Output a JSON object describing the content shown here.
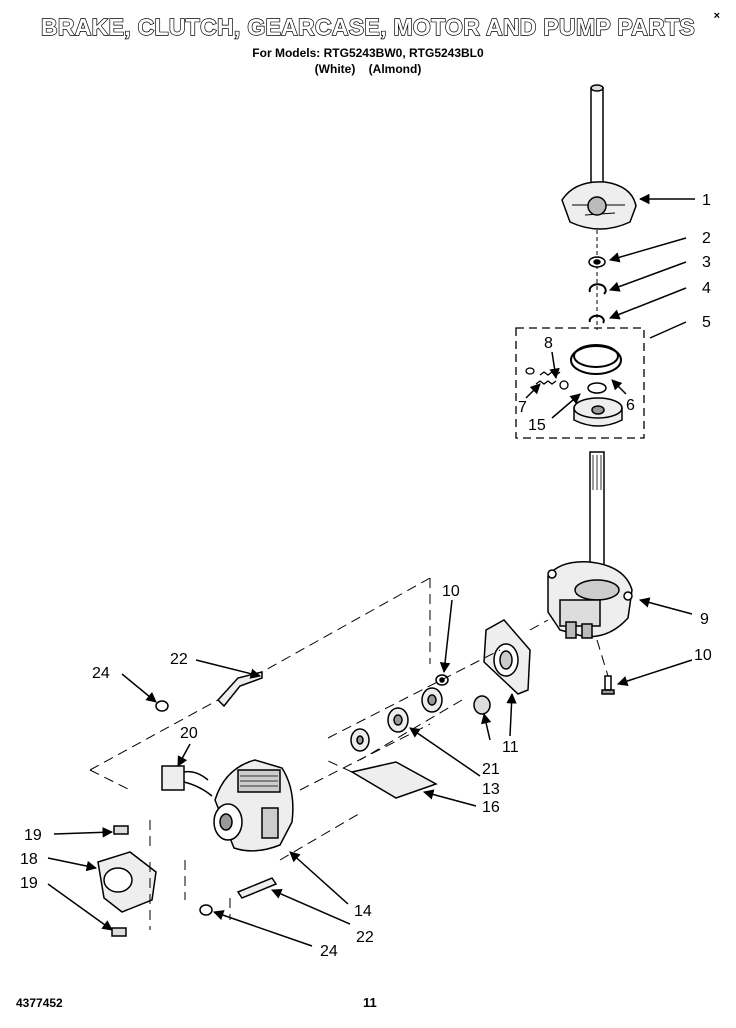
{
  "header": {
    "title": "BRAKE, CLUTCH, GEARCASE, MOTOR AND PUMP PARTS",
    "models_line": "For Models: RTG5243BW0, RTG5243BL0",
    "colors_line": "(White)    (Almond)",
    "corner_mark": "×"
  },
  "footer": {
    "doc_number": "4377452",
    "page_number": "11"
  },
  "callouts": [
    {
      "id": "c1",
      "label": "1"
    },
    {
      "id": "c2",
      "label": "2"
    },
    {
      "id": "c3",
      "label": "3"
    },
    {
      "id": "c4",
      "label": "4"
    },
    {
      "id": "c5",
      "label": "5"
    },
    {
      "id": "c8",
      "label": "8"
    },
    {
      "id": "c6",
      "label": "6"
    },
    {
      "id": "c7",
      "label": "7"
    },
    {
      "id": "c15",
      "label": "15"
    },
    {
      "id": "c10a",
      "label": "10"
    },
    {
      "id": "c9",
      "label": "9"
    },
    {
      "id": "c10b",
      "label": "10"
    },
    {
      "id": "c22a",
      "label": "22"
    },
    {
      "id": "c24a",
      "label": "24"
    },
    {
      "id": "c20",
      "label": "20"
    },
    {
      "id": "c11",
      "label": "11"
    },
    {
      "id": "c21",
      "label": "21"
    },
    {
      "id": "c13",
      "label": "13"
    },
    {
      "id": "c16",
      "label": "16"
    },
    {
      "id": "c19a",
      "label": "19"
    },
    {
      "id": "c18",
      "label": "18"
    },
    {
      "id": "c19b",
      "label": "19"
    },
    {
      "id": "c14",
      "label": "14"
    },
    {
      "id": "c22b",
      "label": "22"
    },
    {
      "id": "c24b",
      "label": "24"
    }
  ]
}
